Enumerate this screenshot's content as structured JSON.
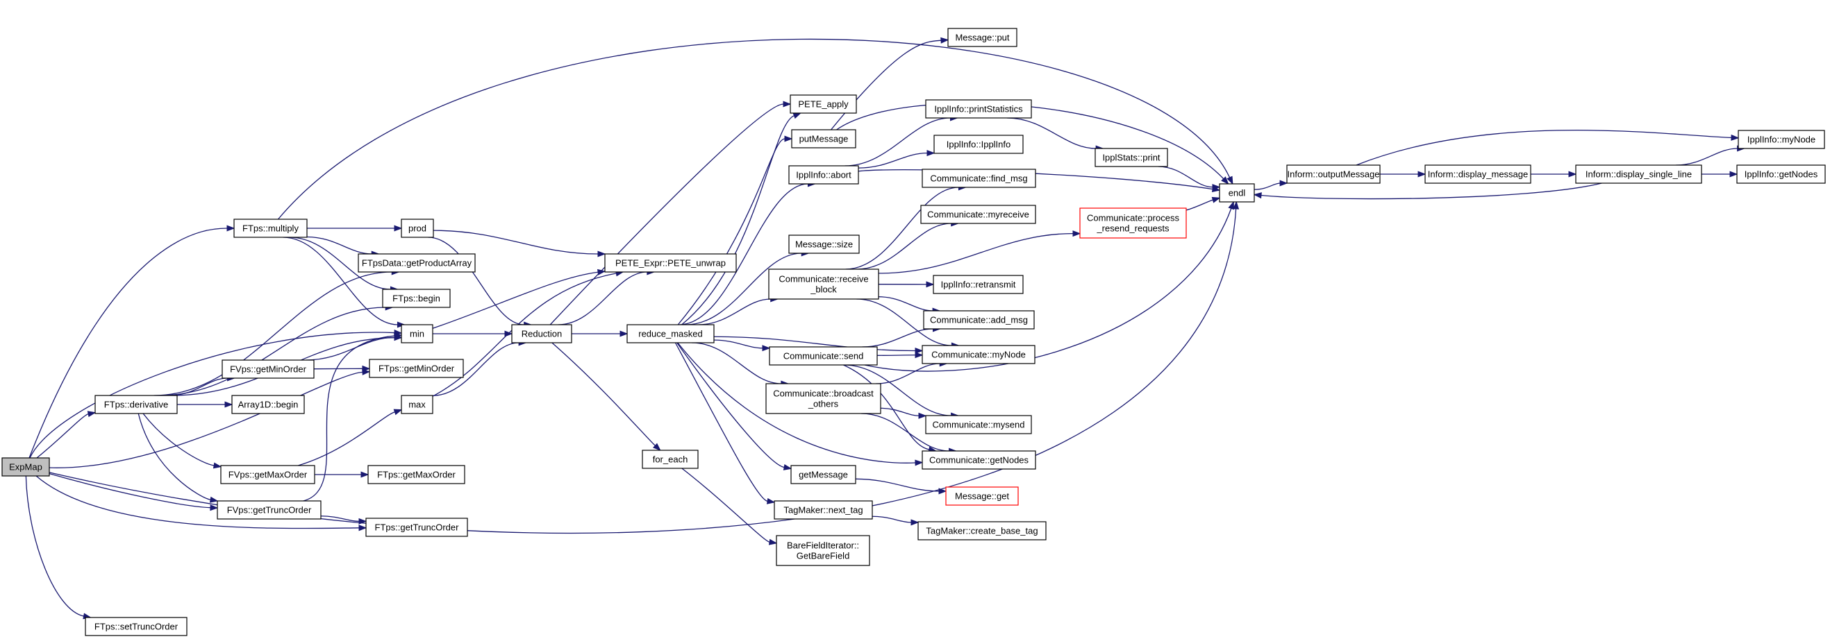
{
  "colors": {
    "edge": "#191970",
    "root_fill": "#bfbfbf",
    "truncated_border": "#ff0000",
    "border": "#000000"
  },
  "nodes": [
    {
      "id": "ExpMap",
      "lines": [
        "ExpMap"
      ],
      "root": true
    },
    {
      "id": "FTps_multiply",
      "lines": [
        "FTps::multiply"
      ]
    },
    {
      "id": "FTps_derivative",
      "lines": [
        "FTps::derivative"
      ]
    },
    {
      "id": "FVps_getMaxOrder",
      "lines": [
        "FVps::getMaxOrder"
      ]
    },
    {
      "id": "FVps_getTruncOrder",
      "lines": [
        "FVps::getTruncOrder"
      ]
    },
    {
      "id": "FTps_getTruncOrder",
      "lines": [
        "FTps::getTruncOrder"
      ]
    },
    {
      "id": "FTps_setTruncOrder",
      "lines": [
        "FTps::setTruncOrder"
      ]
    },
    {
      "id": "min",
      "lines": [
        "min"
      ]
    },
    {
      "id": "endl",
      "lines": [
        "endl"
      ]
    },
    {
      "id": "FTps_getMinOrder",
      "lines": [
        "FTps::getMinOrder"
      ]
    },
    {
      "id": "prod",
      "lines": [
        "prod"
      ]
    },
    {
      "id": "FTpsData_getProductArray",
      "lines": [
        "FTpsData::getProductArray"
      ]
    },
    {
      "id": "FTps_begin",
      "lines": [
        "FTps::begin"
      ]
    },
    {
      "id": "FVps_getMinOrder",
      "lines": [
        "FVps::getMinOrder"
      ]
    },
    {
      "id": "Array1D_begin",
      "lines": [
        "Array1D::begin"
      ]
    },
    {
      "id": "FTps_getMaxOrder",
      "lines": [
        "FTps::getMaxOrder"
      ]
    },
    {
      "id": "max",
      "lines": [
        "max"
      ]
    },
    {
      "id": "Reduction",
      "lines": [
        "Reduction"
      ]
    },
    {
      "id": "PETE_unwrap",
      "lines": [
        "PETE_Expr::PETE_unwrap"
      ]
    },
    {
      "id": "reduce_masked",
      "lines": [
        "reduce_masked"
      ]
    },
    {
      "id": "for_each",
      "lines": [
        "for_each"
      ]
    },
    {
      "id": "BareField",
      "lines": [
        "BareFieldIterator::",
        "GetBareField"
      ]
    },
    {
      "id": "PETE_apply",
      "lines": [
        "PETE_apply"
      ]
    },
    {
      "id": "putMessage",
      "lines": [
        "putMessage"
      ]
    },
    {
      "id": "Message_put",
      "lines": [
        "Message::put"
      ]
    },
    {
      "id": "IpplInfo_abort",
      "lines": [
        "IpplInfo::abort"
      ]
    },
    {
      "id": "Message_size",
      "lines": [
        "Message::size"
      ]
    },
    {
      "id": "Comm_receive_block",
      "lines": [
        "Communicate::receive",
        "_block"
      ]
    },
    {
      "id": "Comm_send",
      "lines": [
        "Communicate::send"
      ]
    },
    {
      "id": "Comm_broadcast",
      "lines": [
        "Communicate::broadcast",
        "_others"
      ]
    },
    {
      "id": "getMessage",
      "lines": [
        "getMessage"
      ]
    },
    {
      "id": "TagMaker_next_tag",
      "lines": [
        "TagMaker::next_tag"
      ]
    },
    {
      "id": "IpplInfo_printStatistics",
      "lines": [
        "IpplInfo::printStatistics"
      ]
    },
    {
      "id": "IpplInfo_IpplInfo",
      "lines": [
        "IpplInfo::IpplInfo"
      ]
    },
    {
      "id": "Comm_find_msg",
      "lines": [
        "Communicate::find_msg"
      ]
    },
    {
      "id": "Comm_myreceive",
      "lines": [
        "Communicate::myreceive"
      ]
    },
    {
      "id": "IpplInfo_retransmit",
      "lines": [
        "IpplInfo::retransmit"
      ]
    },
    {
      "id": "Comm_add_msg",
      "lines": [
        "Communicate::add_msg"
      ]
    },
    {
      "id": "Comm_myNode",
      "lines": [
        "Communicate::myNode"
      ]
    },
    {
      "id": "Comm_mysend",
      "lines": [
        "Communicate::mysend"
      ]
    },
    {
      "id": "Comm_getNodes",
      "lines": [
        "Communicate::getNodes"
      ]
    },
    {
      "id": "Message_get",
      "lines": [
        "Message::get"
      ],
      "truncated": true
    },
    {
      "id": "TagMaker_create_base_tag",
      "lines": [
        "TagMaker::create_base_tag"
      ]
    },
    {
      "id": "IpplStats_print",
      "lines": [
        "IpplStats::print"
      ]
    },
    {
      "id": "Comm_process_resend",
      "lines": [
        "Communicate::process",
        "_resend_requests"
      ],
      "truncated": true
    },
    {
      "id": "Inform_outputMessage",
      "lines": [
        "Inform::outputMessage"
      ]
    },
    {
      "id": "Inform_display_message",
      "lines": [
        "Inform::display_message"
      ]
    },
    {
      "id": "Inform_display_single_line",
      "lines": [
        "Inform::display_single_line"
      ]
    },
    {
      "id": "IpplInfo_myNode",
      "lines": [
        "IpplInfo::myNode"
      ]
    },
    {
      "id": "IpplInfo_getNodes",
      "lines": [
        "IpplInfo::getNodes"
      ]
    }
  ],
  "edges": [
    [
      "ExpMap",
      "FTps_multiply"
    ],
    [
      "ExpMap",
      "FTps_derivative"
    ],
    [
      "ExpMap",
      "FVps_getTruncOrder"
    ],
    [
      "ExpMap",
      "FTps_getTruncOrder"
    ],
    [
      "ExpMap",
      "FTps_setTruncOrder"
    ],
    [
      "ExpMap",
      "min"
    ],
    [
      "ExpMap",
      "FTps_getMinOrder"
    ],
    [
      "ExpMap",
      "endl"
    ],
    [
      "FTps_multiply",
      "prod"
    ],
    [
      "FTps_multiply",
      "FTpsData_getProductArray"
    ],
    [
      "FTps_multiply",
      "FTps_begin"
    ],
    [
      "FTps_multiply",
      "min"
    ],
    [
      "FTps_multiply",
      "endl"
    ],
    [
      "FTps_derivative",
      "FTpsData_getProductArray"
    ],
    [
      "FTps_derivative",
      "FTps_begin"
    ],
    [
      "FTps_derivative",
      "min"
    ],
    [
      "FTps_derivative",
      "FVps_getMinOrder"
    ],
    [
      "FTps_derivative",
      "Array1D_begin"
    ],
    [
      "FTps_derivative",
      "FVps_getMaxOrder"
    ],
    [
      "FTps_derivative",
      "FVps_getTruncOrder"
    ],
    [
      "FVps_getMinOrder",
      "min"
    ],
    [
      "FVps_getMinOrder",
      "FTps_getMinOrder"
    ],
    [
      "FVps_getMaxOrder",
      "max"
    ],
    [
      "FVps_getMaxOrder",
      "FTps_getMaxOrder"
    ],
    [
      "FVps_getTruncOrder",
      "min"
    ],
    [
      "FVps_getTruncOrder",
      "FTps_getTruncOrder"
    ],
    [
      "prod",
      "PETE_unwrap"
    ],
    [
      "prod",
      "Reduction"
    ],
    [
      "min",
      "PETE_unwrap"
    ],
    [
      "min",
      "Reduction"
    ],
    [
      "max",
      "PETE_unwrap"
    ],
    [
      "max",
      "Reduction"
    ],
    [
      "Reduction",
      "PETE_unwrap"
    ],
    [
      "Reduction",
      "reduce_masked"
    ],
    [
      "Reduction",
      "for_each"
    ],
    [
      "Reduction",
      "PETE_apply"
    ],
    [
      "for_each",
      "BareField"
    ],
    [
      "reduce_masked",
      "PETE_apply"
    ],
    [
      "reduce_masked",
      "putMessage"
    ],
    [
      "reduce_masked",
      "IpplInfo_abort"
    ],
    [
      "reduce_masked",
      "Message_size"
    ],
    [
      "reduce_masked",
      "Comm_receive_block"
    ],
    [
      "reduce_masked",
      "Comm_myNode"
    ],
    [
      "reduce_masked",
      "Comm_send"
    ],
    [
      "reduce_masked",
      "Comm_broadcast"
    ],
    [
      "reduce_masked",
      "Comm_getNodes"
    ],
    [
      "reduce_masked",
      "getMessage"
    ],
    [
      "reduce_masked",
      "TagMaker_next_tag"
    ],
    [
      "putMessage",
      "Message_put"
    ],
    [
      "putMessage",
      "endl"
    ],
    [
      "IpplInfo_abort",
      "IpplInfo_printStatistics"
    ],
    [
      "IpplInfo_abort",
      "IpplInfo_IpplInfo"
    ],
    [
      "IpplInfo_abort",
      "endl"
    ],
    [
      "IpplInfo_printStatistics",
      "IpplStats_print"
    ],
    [
      "IpplStats_print",
      "endl"
    ],
    [
      "Comm_receive_block",
      "Comm_find_msg"
    ],
    [
      "Comm_receive_block",
      "Comm_myreceive"
    ],
    [
      "Comm_receive_block",
      "Comm_process_resend"
    ],
    [
      "Comm_receive_block",
      "IpplInfo_retransmit"
    ],
    [
      "Comm_receive_block",
      "Comm_add_msg"
    ],
    [
      "Comm_receive_block",
      "Comm_myNode"
    ],
    [
      "Comm_send",
      "Comm_add_msg"
    ],
    [
      "Comm_send",
      "Comm_myNode"
    ],
    [
      "Comm_send",
      "Comm_mysend"
    ],
    [
      "Comm_send",
      "Comm_getNodes"
    ],
    [
      "Comm_send",
      "endl"
    ],
    [
      "Comm_broadcast",
      "Comm_myNode"
    ],
    [
      "Comm_broadcast",
      "Comm_mysend"
    ],
    [
      "Comm_broadcast",
      "Comm_getNodes"
    ],
    [
      "getMessage",
      "Message_get"
    ],
    [
      "TagMaker_next_tag",
      "TagMaker_create_base_tag"
    ],
    [
      "Comm_process_resend",
      "endl"
    ],
    [
      "endl",
      "Inform_outputMessage"
    ],
    [
      "Inform_outputMessage",
      "Inform_display_message"
    ],
    [
      "Inform_outputMessage",
      "IpplInfo_myNode"
    ],
    [
      "Inform_display_message",
      "Inform_display_single_line"
    ],
    [
      "Inform_display_single_line",
      "IpplInfo_myNode"
    ],
    [
      "Inform_display_single_line",
      "IpplInfo_getNodes"
    ],
    [
      "Inform_display_single_line",
      "endl"
    ]
  ]
}
